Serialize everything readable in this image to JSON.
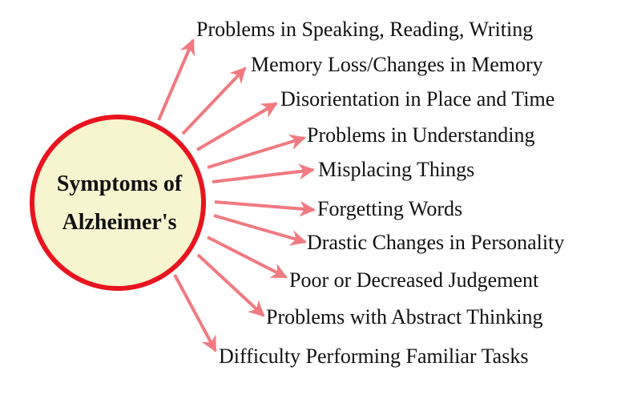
{
  "title": "Symptoms of Alzheimer's",
  "center": {
    "line1": "Symptoms of",
    "line2": "Alzheimer's"
  },
  "symptoms": [
    "Problems in Speaking, Reading, Writing",
    "Memory Loss/Changes in Memory",
    "Disorientation in Place and Time",
    "Problems in Understanding",
    "Misplacing Things",
    "Forgetting Words",
    "Drastic Changes in Personality",
    "Poor or Decreased Judgement",
    "Problems with Abstract Thinking",
    "Difficulty Performing Familiar Tasks"
  ],
  "colors": {
    "circle_border": "#e8141f",
    "circle_fill": "#f7f5d0",
    "arrow": "#f07a80"
  }
}
